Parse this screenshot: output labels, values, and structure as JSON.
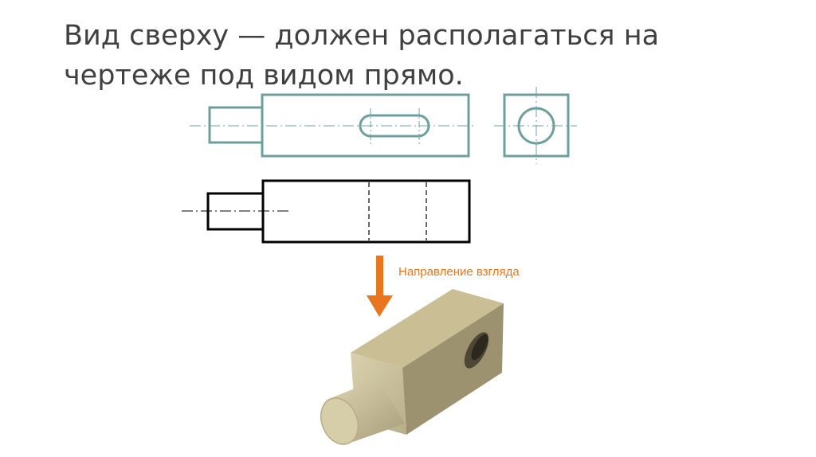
{
  "slide": {
    "title_line1": "Вид сверху — должен располагаться на",
    "title_line2": "чертеже под видом прямо."
  },
  "diagram": {
    "direction_label": "Направление взгляда",
    "colors": {
      "title_text": "#404040",
      "front_view_stroke": "#6f9f9c",
      "top_view_stroke": "#000000",
      "arrow": "#e8761e",
      "part_shaft": "#cfc6a0",
      "part_body_top": "#c7bc93",
      "part_body_side": "#9c9170",
      "part_body_end": "#b4a982"
    },
    "icons": {
      "view_arrow": "arrow-down-icon"
    }
  }
}
